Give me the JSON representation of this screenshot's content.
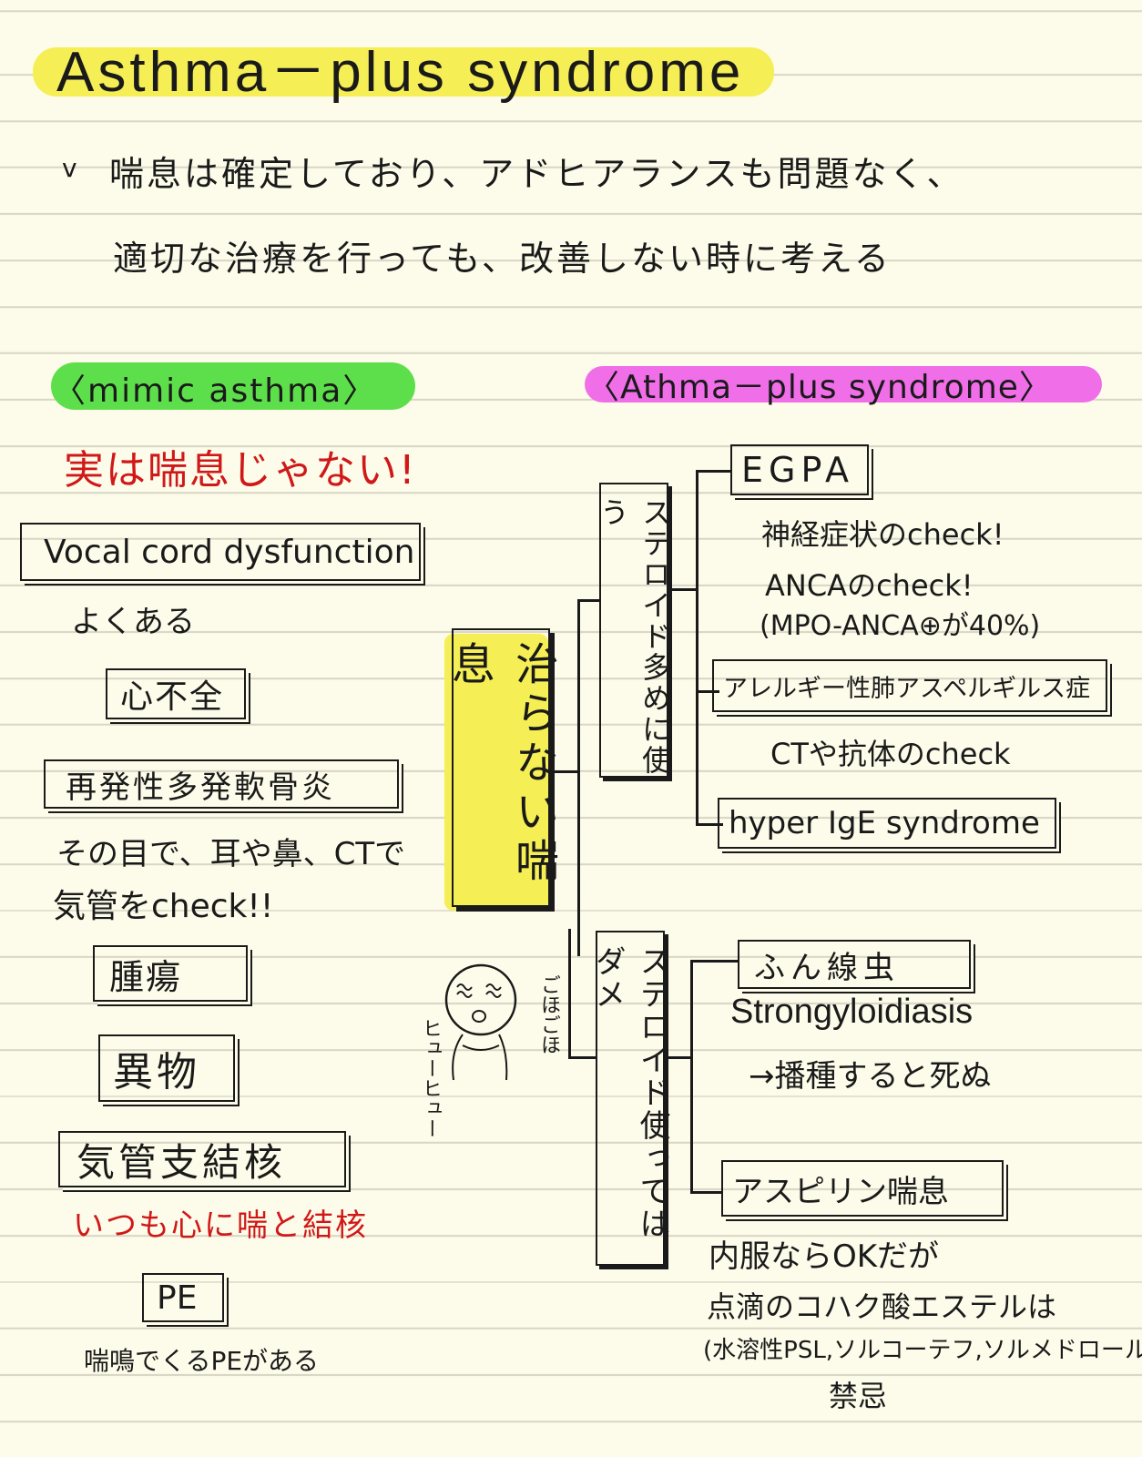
{
  "title": "Asthma－plus syndrome",
  "intro": {
    "check": "v",
    "line1": "喘息は確定しており、アドヒアランスも問題なく、",
    "line2": "適切な治療を行っても、改善しない時に考える"
  },
  "left": {
    "header": "〈mimic asthma〉",
    "subtitle": "実は喘息じゃない!",
    "items": [
      {
        "label": "Vocal cord dysfunction",
        "note": "よくある"
      },
      {
        "label": "心不全"
      },
      {
        "label": "再発性多発軟骨炎",
        "note1": "その目で、耳や鼻、CTで",
        "note2": "気管をcheck!!"
      },
      {
        "label": "腫瘍"
      },
      {
        "label": "異物"
      },
      {
        "label": "気管支結核",
        "note": "いつも心に喘と結核"
      },
      {
        "label": "PE",
        "note": "喘鳴でくるPEがある"
      }
    ]
  },
  "right": {
    "header": "〈Athma－plus syndrome〉",
    "center": "治らない喘息",
    "branch_top": "ステロイド多めに使う",
    "branch_bottom": "ステロイド使ってはダメ",
    "egpa": {
      "label": "EGPA",
      "note1": "神経症状のcheck!",
      "note2": "ANCAのcheck!",
      "note3": "(MPO-ANCA⊕が40%)"
    },
    "abpa": {
      "label": "アレルギー性肺アスペルギルス症",
      "note": "CTや抗体のcheck"
    },
    "hyper_ige": {
      "label": "hyper IgE syndrome"
    },
    "strongy": {
      "label": "ふん線虫",
      "note1": "Strongyloidiasis",
      "note2": "→播種すると死ぬ"
    },
    "aspirin": {
      "label": "アスピリン喘息",
      "note1": "内服ならOKだが",
      "note2": "点滴のコハク酸エステルは",
      "note3": "(水溶性PSL,ソルコーテフ,ソルメドロール)",
      "note4": "禁忌"
    }
  },
  "doodle": {
    "cough": "ごほごほ",
    "wheeze": "ヒューヒュー"
  },
  "colors": {
    "yellow": "#f5ef55",
    "green": "#5ddf4b",
    "magenta": "#f06ee8",
    "red": "#d01818",
    "ink": "#1a1a1a",
    "paper": "#fdfcea"
  }
}
